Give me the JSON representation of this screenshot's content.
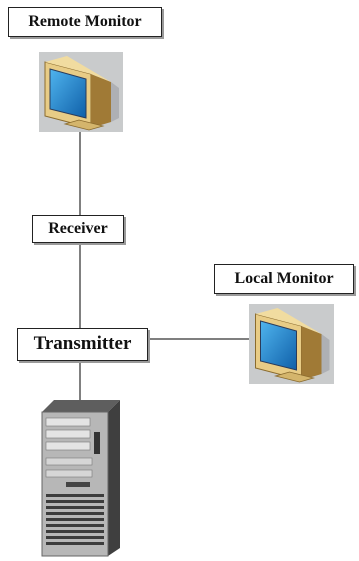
{
  "labels": {
    "remote_monitor": "Remote Monitor",
    "receiver": "Receiver",
    "local_monitor": "Local Monitor",
    "transmitter": "Transmitter"
  },
  "icons": {
    "remote_monitor": "crt-monitor-icon",
    "local_monitor": "crt-monitor-icon",
    "server": "server-tower-icon"
  },
  "colors": {
    "line": "#555555",
    "icon_background": "#c9cbcc",
    "screen": "#1f86d2",
    "server_body": "#b7b7b7"
  }
}
